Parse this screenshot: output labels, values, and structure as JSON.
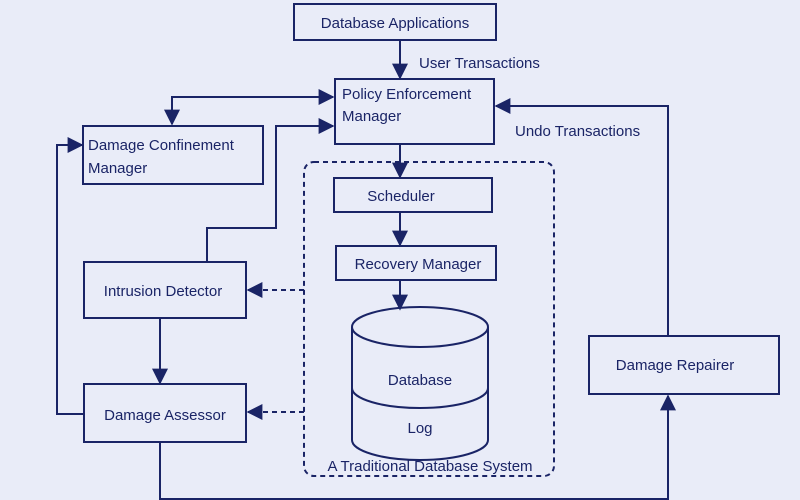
{
  "nodes": {
    "database_applications": "Database Applications",
    "policy_enforcement_manager": [
      "Policy Enforcement",
      "Manager"
    ],
    "damage_confinement_manager": [
      "Damage Confinement",
      "Manager"
    ],
    "scheduler": "Scheduler",
    "recovery_manager": "Recovery Manager",
    "database": "Database",
    "log": "Log",
    "intrusion_detector": "Intrusion Detector",
    "damage_assessor": "Damage Assessor",
    "damage_repairer": "Damage Repairer"
  },
  "edge_labels": {
    "user_transactions": "User Transactions",
    "undo_transactions": "Undo Transactions"
  },
  "groups": {
    "traditional_database_system": "A Traditional Database System"
  },
  "colors": {
    "ink": "#1a2466",
    "background": "#e9ecf8"
  }
}
